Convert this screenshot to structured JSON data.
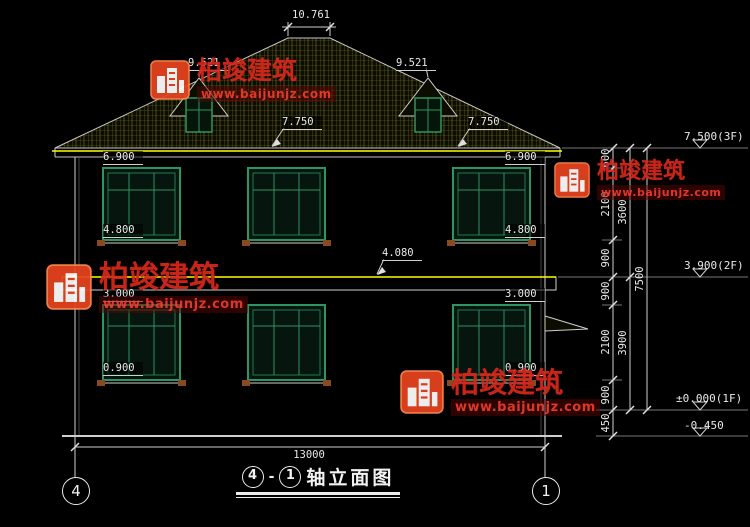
{
  "drawing_title": {
    "axis_start": "4",
    "separator": "-",
    "axis_end": "1",
    "name": "轴立面图"
  },
  "axis_bubbles": {
    "left": "4",
    "right": "1"
  },
  "watermark": {
    "brand": "柏竣建筑",
    "url": "www.baijunjz.com"
  },
  "dims": {
    "ridge": "10.761",
    "dormer_left": "9.521",
    "dormer_right": "9.521",
    "eave_left": "7.750",
    "eave_right": "7.750",
    "f2_window_head_left": "6.900",
    "f2_window_head_right": "6.900",
    "f2_window_sill_left": "4.800",
    "f2_window_sill_right": "4.800",
    "band_top": "4.080",
    "f1_window_head_left": "3.000",
    "f1_window_head_right": "3.000",
    "f1_window_sill_left": "0.900",
    "f1_window_sill_right": "0.900",
    "overall_width": "13000"
  },
  "right_chain": {
    "segments": [
      "600",
      "2100",
      "900",
      "900",
      "2100",
      "900",
      "450"
    ],
    "subtotals": [
      "3600",
      "3900"
    ],
    "total": "7500"
  },
  "level_marks": {
    "f3": "7.500(3F)",
    "f2": "3.900(2F)",
    "f1": "±0.000(1F)",
    "ground": "-0.450"
  },
  "colors": {
    "background": "#000000",
    "linework": "#cfcfcf",
    "eave_highlight": "#ffff00",
    "window_green": "#2e9463",
    "sill_brown": "#8a4a20",
    "watermark_red": "#d6281c"
  }
}
